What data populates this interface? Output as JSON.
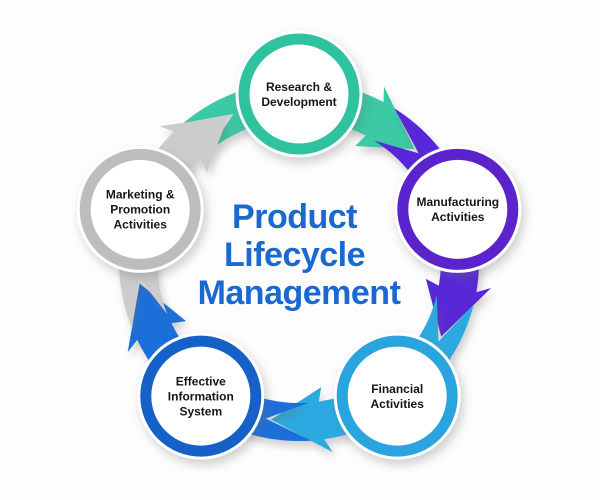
{
  "background": "#FDFDFD",
  "center": {
    "lines": [
      "Product",
      "Lifecycle",
      "Management"
    ],
    "color": "#1A68D2"
  },
  "label_color": "#161616",
  "nodes": [
    {
      "id": "research-development",
      "lines": [
        "Research &",
        "Development"
      ],
      "band_color": "#3CC9A6",
      "ring_color": "#2EC29E"
    },
    {
      "id": "manufacturing-activities",
      "lines": [
        "Manufacturing",
        "Activities"
      ],
      "band_color": "#5827D8",
      "ring_color": "#5A23CB"
    },
    {
      "id": "financial-activities",
      "lines": [
        "Financial",
        "Activities"
      ],
      "band_color": "#2BAAE2",
      "ring_color": "#29A4DE"
    },
    {
      "id": "effective-information-system",
      "lines": [
        "Effective",
        "Information",
        "System"
      ],
      "band_color": "#1B6FDB",
      "ring_color": "#1561C7"
    },
    {
      "id": "marketing-promotion-activities",
      "lines": [
        "Marketing &",
        "Promotion",
        "Activities"
      ],
      "band_color": "#CCCCCC",
      "ring_color": "#BDBDBD"
    }
  ]
}
